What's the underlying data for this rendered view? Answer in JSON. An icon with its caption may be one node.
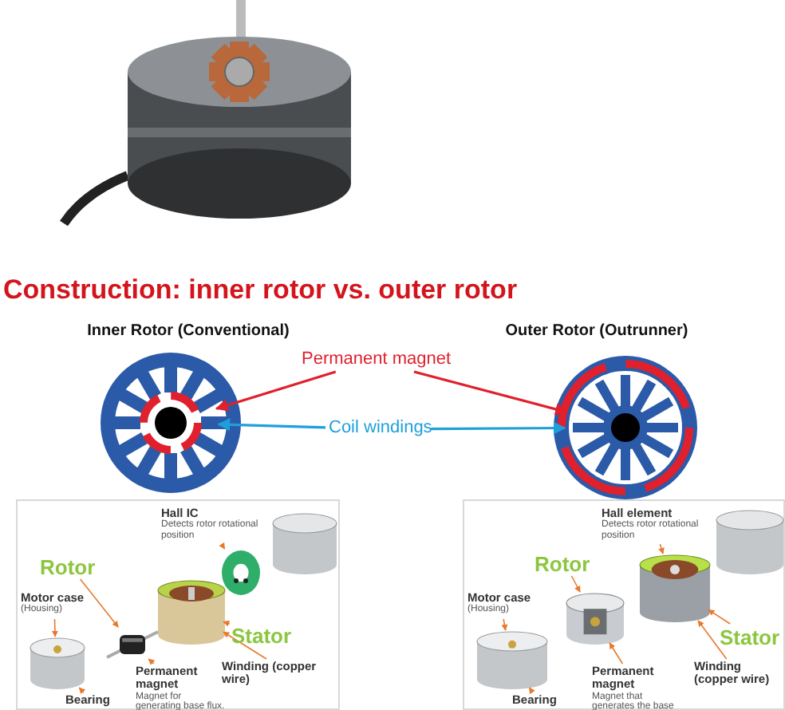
{
  "diagram": {
    "title": "Construction: inner rotor vs. outer rotor",
    "nodes": [
      {
        "text": [
          "Inner Rotor (Conventional)"
        ]
      },
      {
        "text": [
          "Outer Rotor (Outrunner)"
        ]
      },
      {
        "text": [
          "Permanent magnet"
        ]
      },
      {
        "text": [
          "Coil windings"
        ]
      },
      {
        "text": [],
        "shape": "box"
      },
      {
        "text": [
          "Hall IC",
          "Detects rotor rotational position"
        ],
        "in": 4
      },
      {
        "text": [],
        "shape": "picture",
        "in": 4
      },
      {
        "text": [
          "Rotor"
        ],
        "in": 4
      },
      {
        "text": [
          "Motor case",
          "(Housing)"
        ],
        "in": 4
      },
      {
        "text": [],
        "shape": "cylinder",
        "in": 4
      },
      {
        "text": [
          "Stator"
        ],
        "in": 4
      },
      {
        "text": [],
        "shape": "picture",
        "in": 4
      },
      {
        "text": [],
        "shape": "cylinder",
        "in": 4
      },
      {
        "text": [
          "Winding (copper wire)"
        ],
        "in": 4
      },
      {
        "text": [
          "Permanent **magnet**",
          "Magnet for generating base flux."
        ],
        "in": 4
      },
      {
        "text": [
          "Bearing"
        ],
        "in": 4
      },
      {
        "text": [],
        "shape": "box"
      },
      {
        "text": [
          "Hall element",
          "Detects rotor rotational position"
        ],
        "in": 16
      },
      {
        "text": [],
        "shape": "cylinder",
        "in": 16
      },
      {
        "text": [
          "Rotor"
        ],
        "in": 16
      },
      {
        "text": [
          "Motor case",
          "(Housing)"
        ],
        "in": 16
      },
      {
        "text": [],
        "shape": "picture",
        "in": 16
      },
      {
        "text": [
          "Stator"
        ],
        "in": 16
      },
      {
        "text": [],
        "shape": "cylinder",
        "in": 16
      },
      {
        "text": [
          "Winding (copper wire)"
        ],
        "in": 16
      },
      {
        "text": [
          "Permanent **magnet**",
          "Magnet that generates the base flux."
        ],
        "in": 16
      },
      {
        "text": [
          "Bearing"
        ],
        "in": 16
      }
    ],
    "edges": [
      {
        "from": 2,
        "to": 0,
        "arrow": "to",
        "color": "#e0202c"
      },
      {
        "from": 2,
        "to": 1,
        "arrow": "to",
        "color": "#e0202c"
      },
      {
        "from": 3,
        "to": 0,
        "arrow": "to",
        "color": "#1e9fdc"
      },
      {
        "from": 3,
        "to": 1,
        "arrow": "to",
        "color": "#1e9fdc"
      },
      {
        "from": 5,
        "to": 6,
        "arrow": "to"
      },
      {
        "from": 7,
        "to": 11,
        "arrow": "to"
      },
      {
        "from": 8,
        "to": 12,
        "arrow": "to"
      },
      {
        "from": 10,
        "to": 9,
        "arrow": "to"
      },
      {
        "from": 13,
        "to": 9,
        "arrow": "to"
      },
      {
        "from": 14,
        "to": 11,
        "arrow": "to"
      },
      {
        "from": 15,
        "to": 12,
        "arrow": "to"
      },
      {
        "from": 17,
        "to": 18,
        "arrow": "to"
      },
      {
        "from": 19,
        "to": 21,
        "arrow": "to"
      },
      {
        "from": 20,
        "to": 23,
        "arrow": "to"
      },
      {
        "from": 22,
        "to": 18,
        "arrow": "to"
      },
      {
        "from": 24,
        "to": 18,
        "arrow": "to"
      },
      {
        "from": 25,
        "to": 21,
        "arrow": "to"
      },
      {
        "from": 26,
        "to": 23,
        "arrow": "to"
      }
    ]
  }
}
